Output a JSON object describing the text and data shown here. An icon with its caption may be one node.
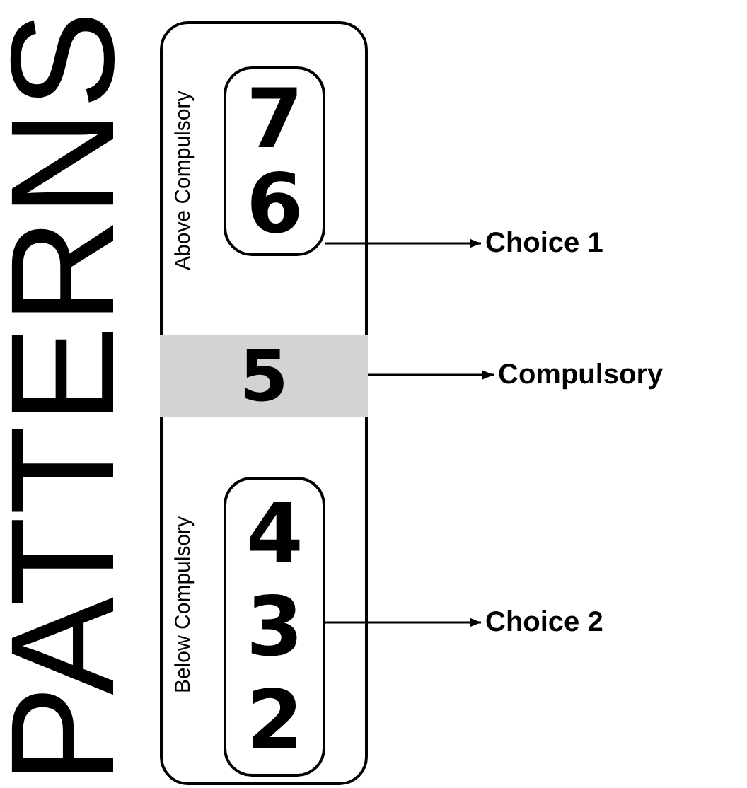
{
  "diagram": {
    "title": "PATTERNS",
    "nodes": [
      {
        "text": [
          "Above Compulsory",
          "Below Compulsory"
        ]
      },
      {
        "text": [
          "7 6"
        ],
        "in": 0
      },
      {
        "text": [
          "5"
        ],
        "in": 0
      },
      {
        "text": [
          "4 3 2"
        ],
        "in": 0
      },
      {
        "text": [
          "Choice 1"
        ]
      },
      {
        "text": [
          "Compulsory"
        ]
      },
      {
        "text": [
          "Choice 2"
        ]
      }
    ],
    "edges": [
      {
        "from": 1,
        "to": 4,
        "arrow": "to"
      },
      {
        "from": 2,
        "to": 5,
        "arrow": "to"
      },
      {
        "from": 3,
        "to": 6,
        "arrow": "to"
      }
    ]
  }
}
